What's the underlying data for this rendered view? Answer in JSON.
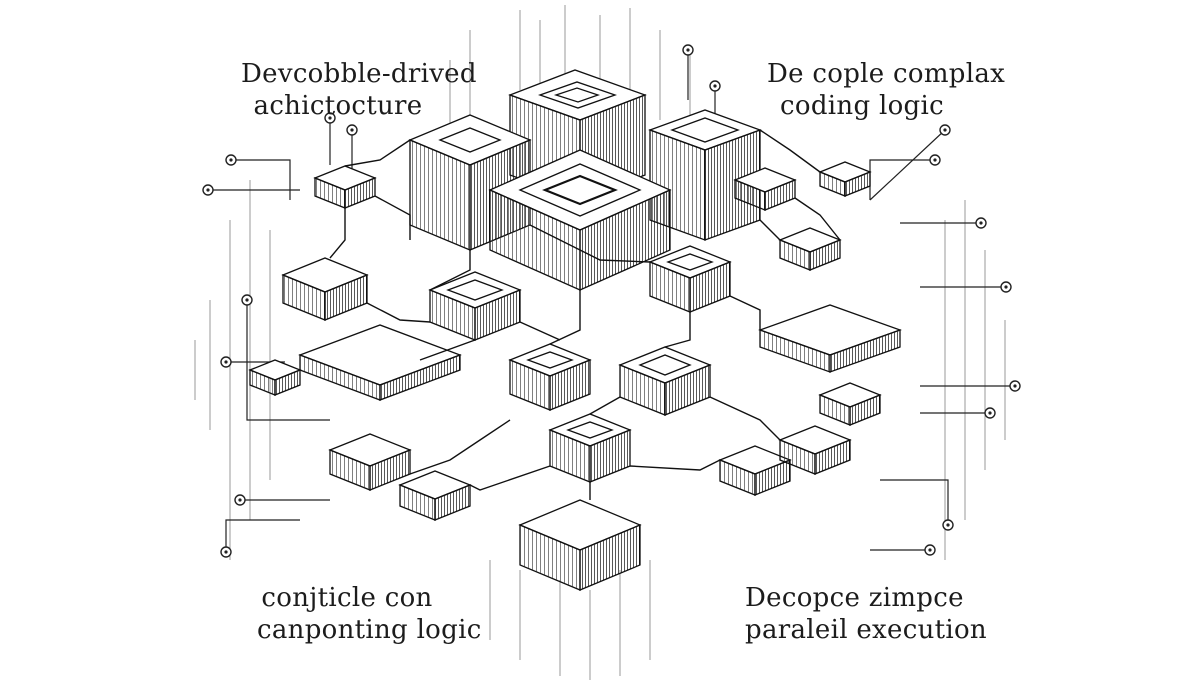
{
  "labels": {
    "top_left": [
      "Devcobble-drived",
      "achictocture"
    ],
    "top_right": [
      "De cople complax",
      "coding logic"
    ],
    "bottom_left": [
      "conjticle con",
      "canponting logic"
    ],
    "bottom_right": [
      "Decopce zimpce",
      "paraleil execution"
    ]
  },
  "colors": {
    "ink": "#1c1c1c",
    "background": "#ffffff"
  }
}
